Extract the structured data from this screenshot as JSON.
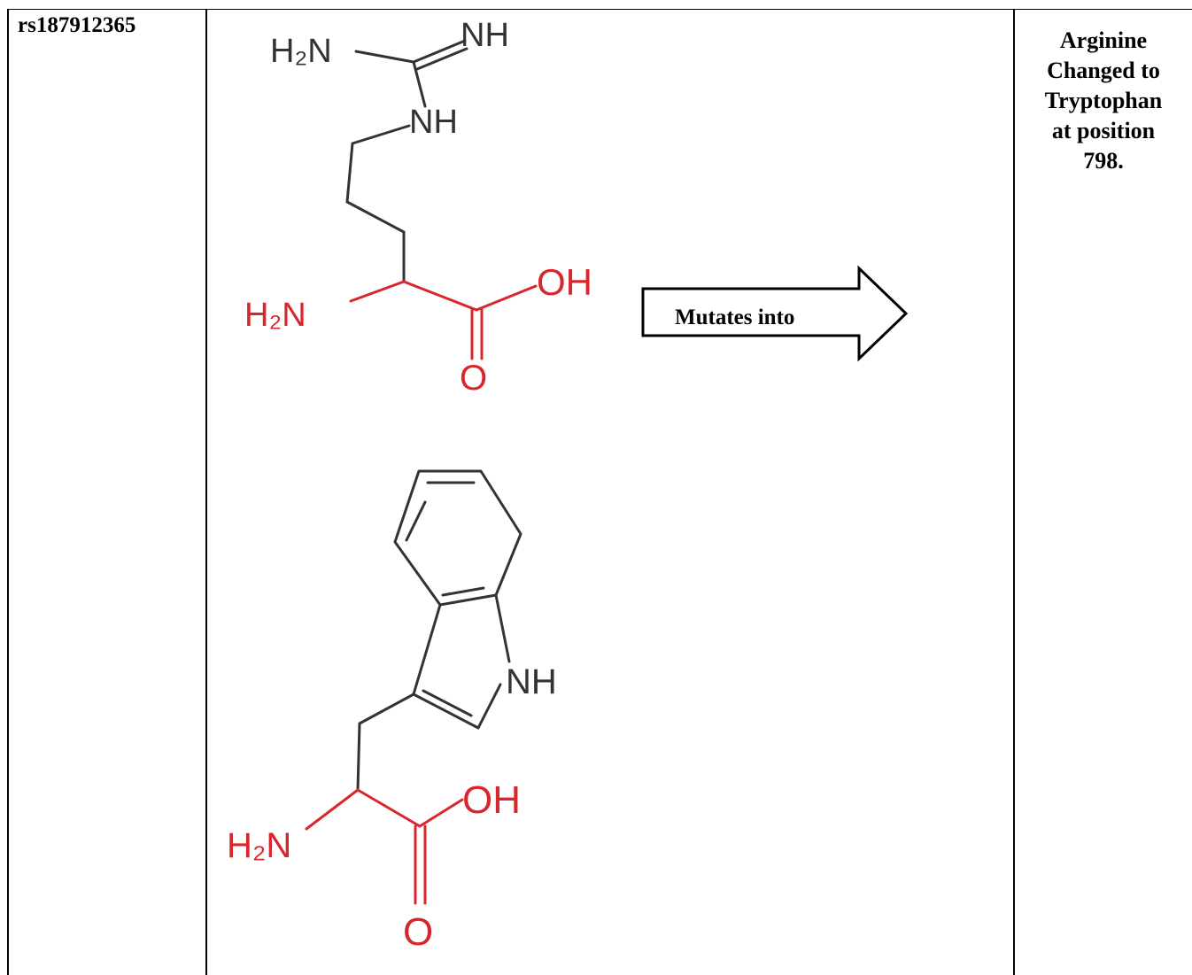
{
  "row": {
    "snp_id": "rs187912365",
    "mutation_label": "Mutates into",
    "description_lines": [
      "Arginine",
      "Changed to",
      "Tryptophan",
      "at position",
      "798."
    ]
  },
  "arginine": {
    "guanidino_nh2": "H₂N",
    "imine_nh": "NH",
    "amine_nh": "NH",
    "alpha_nh2": "H₂N",
    "hydroxyl": "OH",
    "carbonyl_o": "O"
  },
  "tryptophan": {
    "indole_nh": "NH",
    "alpha_nh2": "H₂N",
    "hydroxyl": "OH",
    "carbonyl_o": "O"
  },
  "colors": {
    "backbone_red": "#d9262c",
    "sidechain_dark": "#333333"
  }
}
